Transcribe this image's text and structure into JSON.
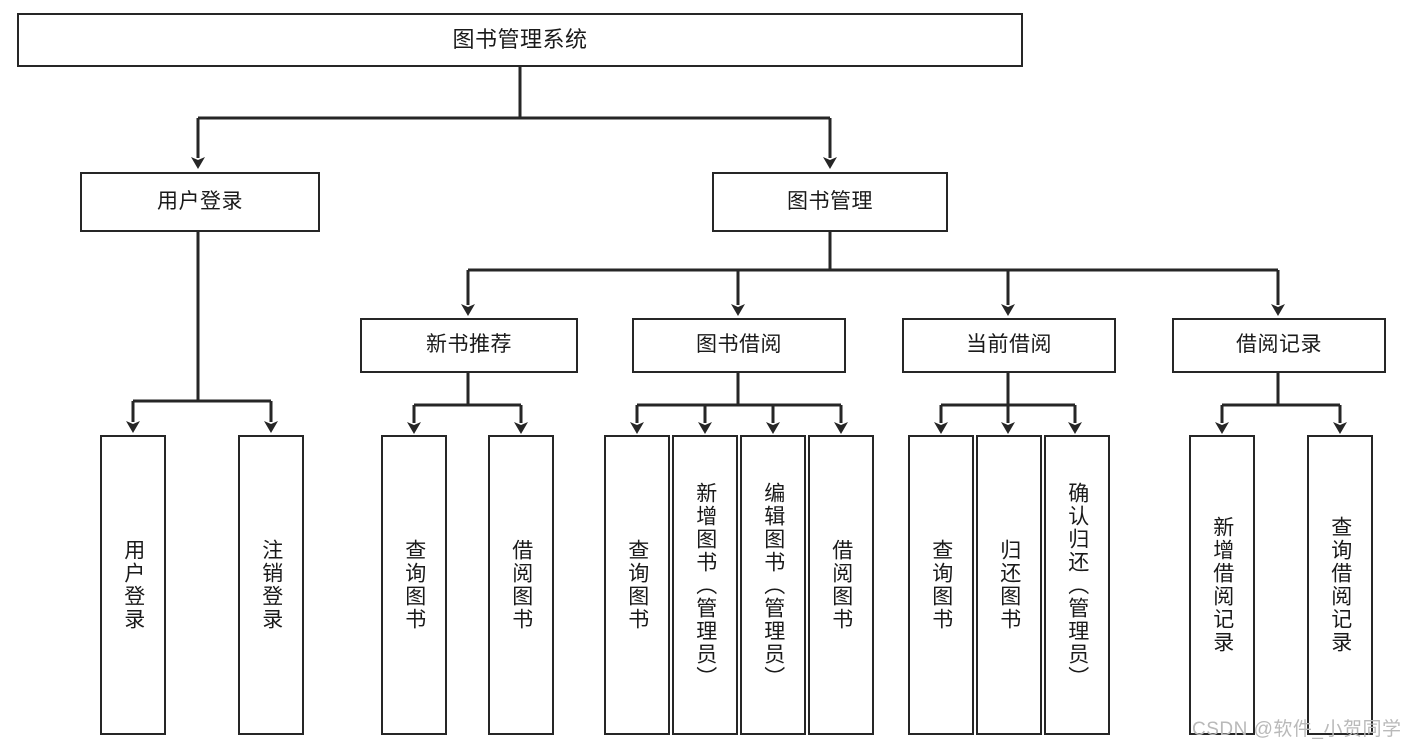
{
  "diagram": {
    "type": "tree-hierarchy",
    "title": "图书管理系统",
    "orientation": "top-down",
    "stroke_color": "#262626",
    "fill_color": "#ffffff",
    "text_color": "#1a1a1a"
  },
  "nodes": {
    "root": {
      "label": "图书管理系统",
      "level": 0
    },
    "level1": [
      {
        "id": "user-login",
        "label": "用户登录"
      },
      {
        "id": "book-manage",
        "label": "图书管理"
      }
    ],
    "level2": [
      {
        "id": "new-book-recommend",
        "label": "新书推荐",
        "parent": "book-manage"
      },
      {
        "id": "book-borrow",
        "label": "图书借阅",
        "parent": "book-manage"
      },
      {
        "id": "current-borrow",
        "label": "当前借阅",
        "parent": "book-manage"
      },
      {
        "id": "borrow-record",
        "label": "借阅记录",
        "parent": "book-manage"
      }
    ],
    "leaves": [
      {
        "id": "leaf-user-login",
        "label": "用户登录",
        "parent": "user-login"
      },
      {
        "id": "leaf-logout-login",
        "label": "注销登录",
        "parent": "user-login"
      },
      {
        "id": "leaf-query-book-1",
        "label": "查询图书",
        "parent": "new-book-recommend"
      },
      {
        "id": "leaf-borrow-book-1",
        "label": "借阅图书",
        "parent": "new-book-recommend"
      },
      {
        "id": "leaf-query-book-2",
        "label": "查询图书",
        "parent": "book-borrow"
      },
      {
        "id": "leaf-add-book",
        "label": "新增图书（管理员）",
        "parent": "book-borrow"
      },
      {
        "id": "leaf-edit-book",
        "label": "编辑图书（管理员）",
        "parent": "book-borrow"
      },
      {
        "id": "leaf-borrow-book-2",
        "label": "借阅图书",
        "parent": "book-borrow"
      },
      {
        "id": "leaf-query-book-3",
        "label": "查询图书",
        "parent": "current-borrow"
      },
      {
        "id": "leaf-return-book",
        "label": "归还图书",
        "parent": "current-borrow"
      },
      {
        "id": "leaf-confirm-return",
        "label": "确认归还（管理员）",
        "parent": "current-borrow"
      },
      {
        "id": "leaf-add-record",
        "label": "新增借阅记录",
        "parent": "borrow-record"
      },
      {
        "id": "leaf-query-record",
        "label": "查询借阅记录",
        "parent": "borrow-record"
      }
    ]
  },
  "watermark": {
    "text": "CSDN @软件_小贺同学"
  }
}
